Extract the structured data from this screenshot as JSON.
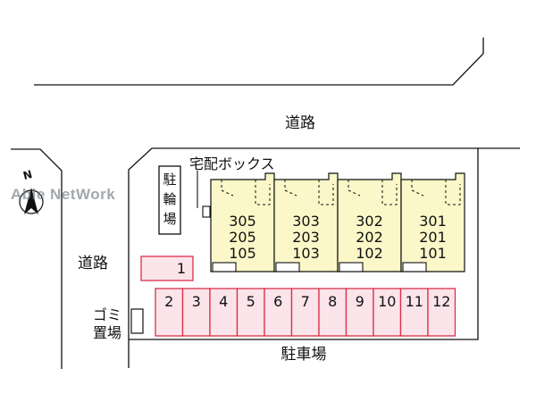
{
  "labels": {
    "road_north": "道路",
    "road_west": "道路",
    "parking_label": "駐車場",
    "delivery_box": "宅配ボックス",
    "bicycle_parking": "駐輪場",
    "garbage_line1": "ゴミ",
    "garbage_line2": "置場",
    "compass_letter": "N",
    "watermark": "Able NetWork"
  },
  "buildings": [
    {
      "rooms": [
        "305",
        "205",
        "105"
      ]
    },
    {
      "rooms": [
        "303",
        "203",
        "103"
      ]
    },
    {
      "rooms": [
        "302",
        "202",
        "102"
      ]
    },
    {
      "rooms": [
        "301",
        "201",
        "101"
      ]
    }
  ],
  "parking_spaces": [
    "1",
    "2",
    "3",
    "4",
    "5",
    "6",
    "7",
    "8",
    "9",
    "10",
    "11",
    "12"
  ],
  "colors": {
    "building_fill": "#fbf7c8",
    "parking_fill": "#fbe4ea",
    "parking_stroke": "#d9304a",
    "line": "#111111"
  }
}
